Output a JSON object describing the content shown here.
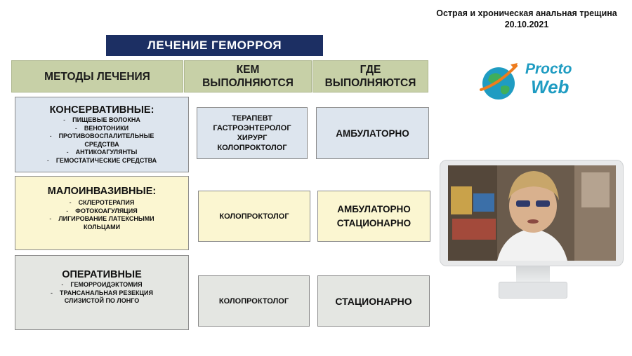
{
  "header": {
    "title": "Острая и хроническая анальная трещина",
    "date": "20.10.2021"
  },
  "slide": {
    "title": "ЛЕЧЕНИЕ ГЕМОРРОЯ",
    "columns": {
      "methods": "МЕТОДЫ ЛЕЧЕНИЯ",
      "who_line1": "КЕМ",
      "who_line2": "ВЫПОЛНЯЮТСЯ",
      "where_line1": "ГДЕ",
      "where_line2": "ВЫПОЛНЯЮТСЯ"
    },
    "rows": [
      {
        "method_title": "КОНСЕРВАТИВНЫЕ:",
        "items": [
          "ПИЩЕВЫЕ ВОЛОКНА",
          "ВЕНОТОНИКИ",
          "ПРОТИВОВОСПАЛИТЕЛЬНЫЕ",
          "АНТИКОАГУЛЯНТЫ",
          "ГЕМОСТАТИЧЕСКИЕ СРЕДСТВА"
        ],
        "item_cont": "СРЕДСТВА",
        "who": [
          "ТЕРАПЕВТ",
          "ГАСТРОЭНТЕРОЛОГ",
          "ХИРУРГ",
          "КОЛОПРОКТОЛОГ"
        ],
        "where": [
          "АМБУЛАТОРНО"
        ]
      },
      {
        "method_title": "МАЛОИНВАЗИВНЫЕ:",
        "items": [
          "СКЛЕРОТЕРАПИЯ",
          "ФОТОКОАГУЛЯЦИЯ",
          "ЛИГИРОВАНИЕ ЛАТЕКСНЫМИ"
        ],
        "item_cont": "КОЛЬЦАМИ",
        "who": [
          "КОЛОПРОКТОЛОГ"
        ],
        "where": [
          "АМБУЛАТОРНО",
          "СТАЦИОНАРНО"
        ]
      },
      {
        "method_title": "ОПЕРАТИВНЫЕ",
        "items": [
          "ГЕМОРРОИДЭКТОМИЯ",
          "ТРАНСАНАЛЬНАЯ РЕЗЕКЦИЯ"
        ],
        "item_cont": "СЛИЗИСТОЙ ПО ЛОНГО",
        "who": [
          "КОЛОПРОКТОЛОГ"
        ],
        "where": [
          "СТАЦИОНАРНО"
        ]
      }
    ]
  },
  "logo": {
    "line1": "Procto",
    "line2": "Web",
    "color": "#1f9cc2",
    "icon": "globe-icon"
  },
  "video": {
    "icon": "webcam-speaker"
  }
}
